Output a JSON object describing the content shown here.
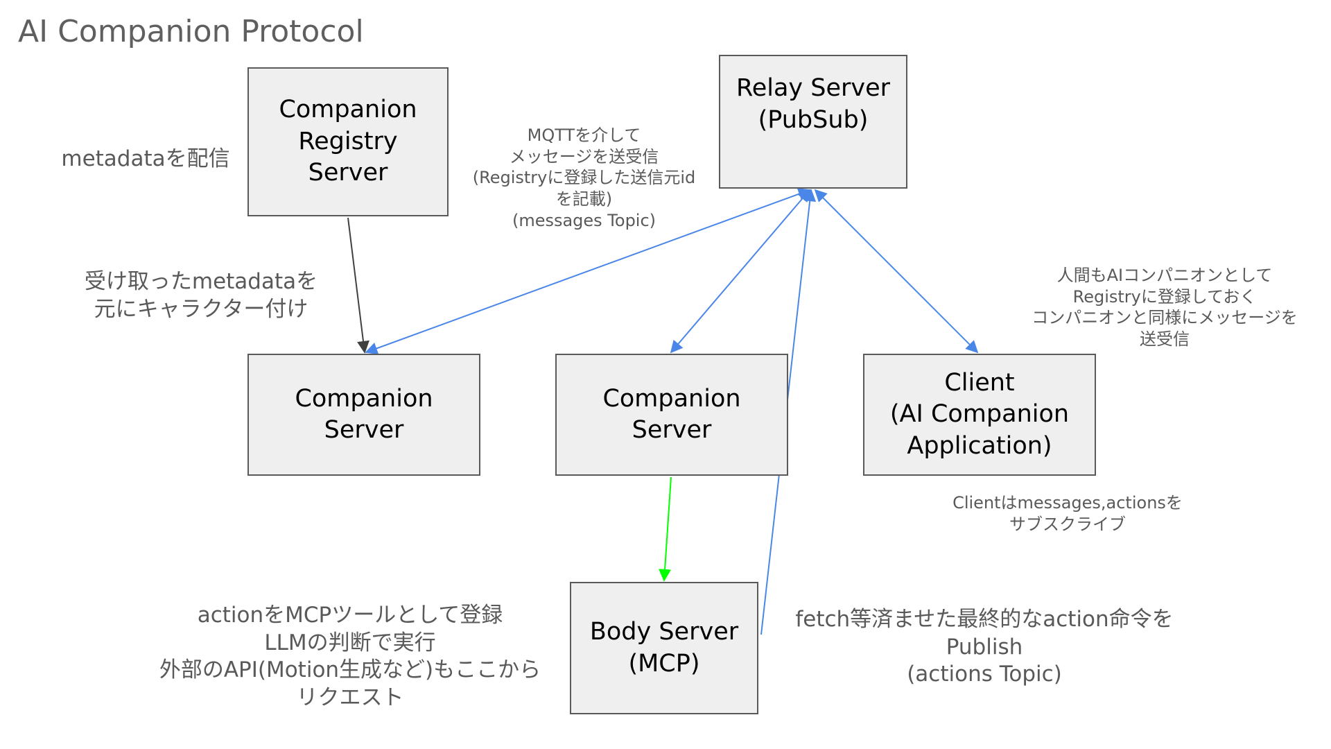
{
  "title": "AI Companion Protocol",
  "colors": {
    "box_fill": "#efefef",
    "box_border": "#595959",
    "text_gray": "#595959",
    "blue_arrow": "#4a86e8",
    "green_arrow": "#00ff00",
    "dark_arrow": "#404040"
  },
  "nodes": {
    "registry": "Companion\nRegistry\nServer",
    "relay": "Relay Server\n(PubSub)",
    "companion1": "Companion\nServer",
    "companion2": "Companion\nServer",
    "client": "Client\n(AI Companion\nApplication)",
    "body": "Body Server\n(MCP)"
  },
  "notes": {
    "metadata_distribute": "metadataを配信",
    "mqtt": "MQTTを介して\nメッセージを送受信\n(Registryに登録した送信元id\nを記載)\n(messages Topic)",
    "character": "受け取ったmetadataを\n元にキャラクター付け",
    "human": "人間もAIコンパニオンとして\nRegistryに登録しておく\nコンパニオンと同様にメッセージを\n送受信",
    "client_sub": "Clientはmessages,actionsを\nサブスクライブ",
    "action_mcp": "actionをMCPツールとして登録\nLLMの判断で実行\n外部のAPI(Motion生成など)もここから\nリクエスト",
    "fetch": "fetch等済ませた最終的なaction命令を\nPublish\n(actions Topic)"
  },
  "edges": [
    {
      "from": "registry",
      "to": "companion1",
      "color": "dark",
      "style": "single"
    },
    {
      "from": "relay",
      "to": "companion1",
      "color": "blue",
      "style": "double"
    },
    {
      "from": "relay",
      "to": "companion2",
      "color": "blue",
      "style": "double"
    },
    {
      "from": "relay",
      "to": "client",
      "color": "blue",
      "style": "double"
    },
    {
      "from": "companion2",
      "to": "body",
      "color": "green",
      "style": "single"
    },
    {
      "from": "body",
      "to": "relay",
      "color": "blue",
      "style": "single"
    }
  ]
}
